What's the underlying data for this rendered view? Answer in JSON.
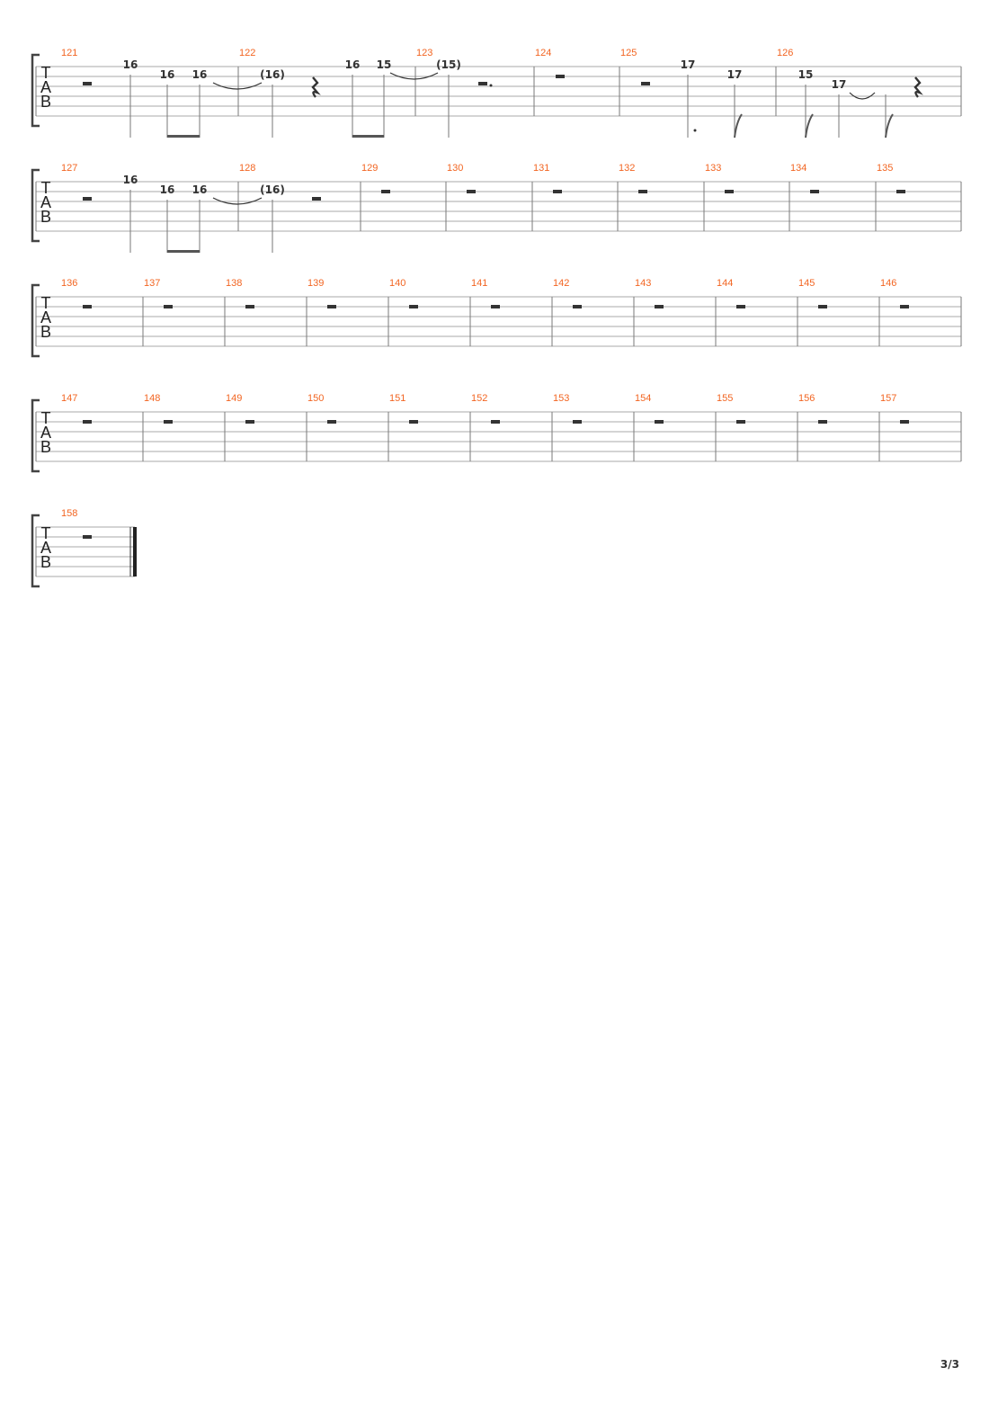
{
  "page_number": "3/3",
  "clef_letters": [
    "T",
    "A",
    "B"
  ],
  "colors": {
    "measure_number": "#f26522",
    "staff_line": "#a9a9a9",
    "barline": "#7a7a7a",
    "fret_text": "#333333",
    "rest": "#333333",
    "stem": "#777777"
  },
  "systems": [
    {
      "measures": [
        {
          "number": "121",
          "notes": [
            {
              "fret": "16",
              "string": 1,
              "stem": "quarter"
            },
            {
              "fret": "16",
              "string": 2,
              "beam_start": true
            },
            {
              "fret": "16",
              "string": 2,
              "beam_end": true,
              "tie_start": true
            }
          ],
          "rests": [
            {
              "type": "half",
              "string": 3
            }
          ]
        },
        {
          "number": "122",
          "notes": [
            {
              "fret": "(16)",
              "string": 2,
              "tie_end": true,
              "stem": "quarter"
            },
            {
              "fret": "16",
              "string": 1,
              "beam_start": true
            },
            {
              "fret": "15",
              "string": 1,
              "beam_end": true,
              "tie_start": true
            }
          ],
          "rests": [
            {
              "type": "quarter",
              "string": 3
            }
          ]
        },
        {
          "number": "123",
          "notes": [
            {
              "fret": "(15)",
              "string": 1,
              "tie_end": true,
              "stem": "quarter"
            }
          ],
          "rests": [
            {
              "type": "dotted-half",
              "string": 3
            }
          ]
        },
        {
          "number": "124",
          "notes": [],
          "rests": [
            {
              "type": "whole",
              "string": 2
            }
          ]
        },
        {
          "number": "125",
          "notes": [
            {
              "fret": "17",
              "string": 1,
              "stem": "dotted-quarter"
            },
            {
              "fret": "17",
              "string": 2,
              "stem": "eighth"
            }
          ],
          "rests": [
            {
              "type": "half",
              "string": 3
            }
          ]
        },
        {
          "number": "126",
          "notes": [
            {
              "fret": "15",
              "string": 2,
              "stem": "eighth"
            },
            {
              "fret": "17",
              "string": 3,
              "tie_start": true,
              "stem": "quarter"
            },
            {
              "fret": "",
              "string": 3,
              "tie_end": true,
              "stem": "eighth"
            }
          ],
          "rests": [
            {
              "type": "quarter",
              "string": 3
            }
          ]
        }
      ]
    },
    {
      "measures": [
        {
          "number": "127",
          "notes": [
            {
              "fret": "16",
              "string": 1,
              "stem": "quarter"
            },
            {
              "fret": "16",
              "string": 2,
              "beam_start": true
            },
            {
              "fret": "16",
              "string": 2,
              "beam_end": true,
              "tie_start": true
            }
          ],
          "rests": [
            {
              "type": "half",
              "string": 3
            }
          ]
        },
        {
          "number": "128",
          "notes": [
            {
              "fret": "(16)",
              "string": 2,
              "tie_end": true,
              "stem": "quarter"
            }
          ],
          "rests": [
            {
              "type": "half",
              "string": 3
            }
          ]
        },
        {
          "number": "129",
          "notes": [],
          "rests": [
            {
              "type": "whole",
              "string": 2
            }
          ]
        },
        {
          "number": "130",
          "notes": [],
          "rests": [
            {
              "type": "whole",
              "string": 2
            }
          ]
        },
        {
          "number": "131",
          "notes": [],
          "rests": [
            {
              "type": "whole",
              "string": 2
            }
          ]
        },
        {
          "number": "132",
          "notes": [],
          "rests": [
            {
              "type": "whole",
              "string": 2
            }
          ]
        },
        {
          "number": "133",
          "notes": [],
          "rests": [
            {
              "type": "whole",
              "string": 2
            }
          ]
        },
        {
          "number": "134",
          "notes": [],
          "rests": [
            {
              "type": "whole",
              "string": 2
            }
          ]
        },
        {
          "number": "135",
          "notes": [],
          "rests": [
            {
              "type": "whole",
              "string": 2
            }
          ]
        }
      ]
    },
    {
      "measures": [
        {
          "number": "136",
          "notes": [],
          "rests": [
            {
              "type": "whole",
              "string": 2
            }
          ]
        },
        {
          "number": "137",
          "notes": [],
          "rests": [
            {
              "type": "whole",
              "string": 2
            }
          ]
        },
        {
          "number": "138",
          "notes": [],
          "rests": [
            {
              "type": "whole",
              "string": 2
            }
          ]
        },
        {
          "number": "139",
          "notes": [],
          "rests": [
            {
              "type": "whole",
              "string": 2
            }
          ]
        },
        {
          "number": "140",
          "notes": [],
          "rests": [
            {
              "type": "whole",
              "string": 2
            }
          ]
        },
        {
          "number": "141",
          "notes": [],
          "rests": [
            {
              "type": "whole",
              "string": 2
            }
          ]
        },
        {
          "number": "142",
          "notes": [],
          "rests": [
            {
              "type": "whole",
              "string": 2
            }
          ]
        },
        {
          "number": "143",
          "notes": [],
          "rests": [
            {
              "type": "whole",
              "string": 2
            }
          ]
        },
        {
          "number": "144",
          "notes": [],
          "rests": [
            {
              "type": "whole",
              "string": 2
            }
          ]
        },
        {
          "number": "145",
          "notes": [],
          "rests": [
            {
              "type": "whole",
              "string": 2
            }
          ]
        },
        {
          "number": "146",
          "notes": [],
          "rests": [
            {
              "type": "whole",
              "string": 2
            }
          ]
        }
      ]
    },
    {
      "measures": [
        {
          "number": "147",
          "notes": [],
          "rests": [
            {
              "type": "whole",
              "string": 2
            }
          ]
        },
        {
          "number": "148",
          "notes": [],
          "rests": [
            {
              "type": "whole",
              "string": 2
            }
          ]
        },
        {
          "number": "149",
          "notes": [],
          "rests": [
            {
              "type": "whole",
              "string": 2
            }
          ]
        },
        {
          "number": "150",
          "notes": [],
          "rests": [
            {
              "type": "whole",
              "string": 2
            }
          ]
        },
        {
          "number": "151",
          "notes": [],
          "rests": [
            {
              "type": "whole",
              "string": 2
            }
          ]
        },
        {
          "number": "152",
          "notes": [],
          "rests": [
            {
              "type": "whole",
              "string": 2
            }
          ]
        },
        {
          "number": "153",
          "notes": [],
          "rests": [
            {
              "type": "whole",
              "string": 2
            }
          ]
        },
        {
          "number": "154",
          "notes": [],
          "rests": [
            {
              "type": "whole",
              "string": 2
            }
          ]
        },
        {
          "number": "155",
          "notes": [],
          "rests": [
            {
              "type": "whole",
              "string": 2
            }
          ]
        },
        {
          "number": "156",
          "notes": [],
          "rests": [
            {
              "type": "whole",
              "string": 2
            }
          ]
        },
        {
          "number": "157",
          "notes": [],
          "rests": [
            {
              "type": "whole",
              "string": 2
            }
          ]
        }
      ]
    },
    {
      "final_barline": true,
      "measures": [
        {
          "number": "158",
          "notes": [],
          "rests": [
            {
              "type": "whole",
              "string": 2
            }
          ]
        }
      ]
    }
  ]
}
